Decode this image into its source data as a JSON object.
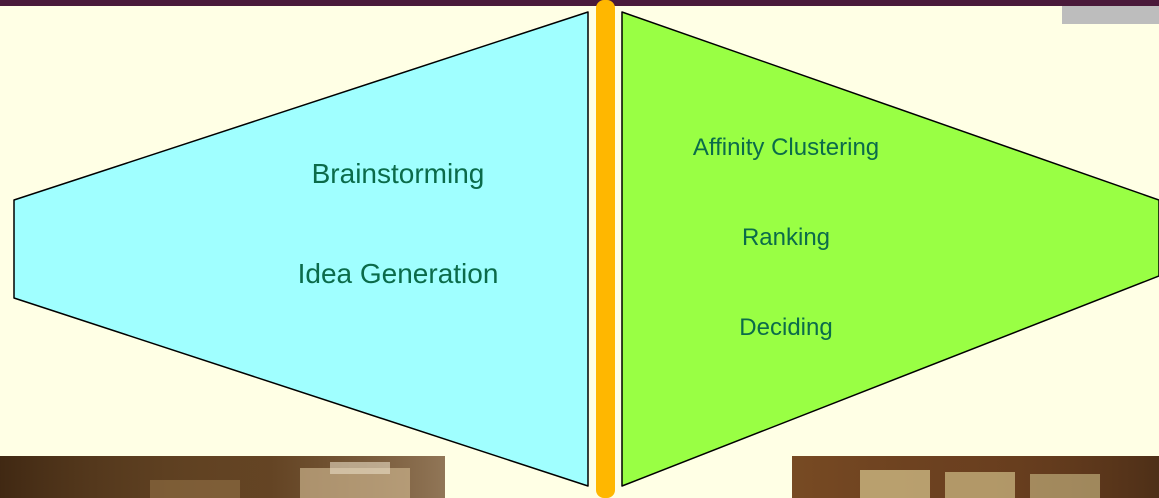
{
  "diagram": {
    "diverge": {
      "items": [
        "Brainstorming",
        "Idea Generation"
      ],
      "fill": "#A0FFFF"
    },
    "converge": {
      "items": [
        "Affinity Clustering",
        "Ranking",
        "Deciding"
      ],
      "fill": "#99FF44"
    },
    "divider_color": "#FFB700",
    "background": "#FFFFE5",
    "border_color": "#4A1A3A",
    "text_color": "#0B6B4A"
  }
}
